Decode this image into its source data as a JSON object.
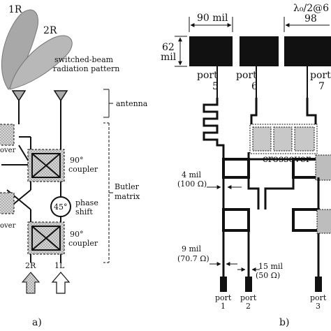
{
  "panel_a": {
    "beam_1": "1R",
    "beam_2": "2R",
    "pattern_label_1": "switched-beam",
    "pattern_label_2": "radiation pattern",
    "crossover_top": "over",
    "crossover_bottom": "over",
    "coupler_top_1": "90°",
    "coupler_top_2": "coupler",
    "phase_value": "45°",
    "phase_label_1": "phase",
    "phase_label_2": "shift",
    "coupler_bottom_1": "90°",
    "coupler_bottom_2": "coupler",
    "antenna_label": "antenna",
    "butler_label_1": "Butler",
    "butler_label_2": "matrix",
    "port_2r": "2R",
    "port_1l": "1L",
    "panel_letter": "a)"
  },
  "panel_b": {
    "dim_patch_width": "90 mil",
    "dim_lambda": "λ₀/2@6",
    "dim_right": "98",
    "dim_height_1": "62",
    "dim_height_2": "mil",
    "port5_1": "port",
    "port5_2": "5",
    "port6_1": "port",
    "port6_2": "6",
    "port7_1": "port",
    "port7_2": "7",
    "crossover": "crossover",
    "w4_1": "4 mil",
    "w4_2": "(100 Ω)",
    "w9_1": "9 mil",
    "w9_2": "(70.7 Ω)",
    "w15_1": "15 mil",
    "w15_2": "(50 Ω)",
    "port1_1": "port",
    "port1_2": "1",
    "port2_1": "port",
    "port2_2": "2",
    "port3_1": "port",
    "port3_2": "3",
    "panel_letter": "b)"
  }
}
